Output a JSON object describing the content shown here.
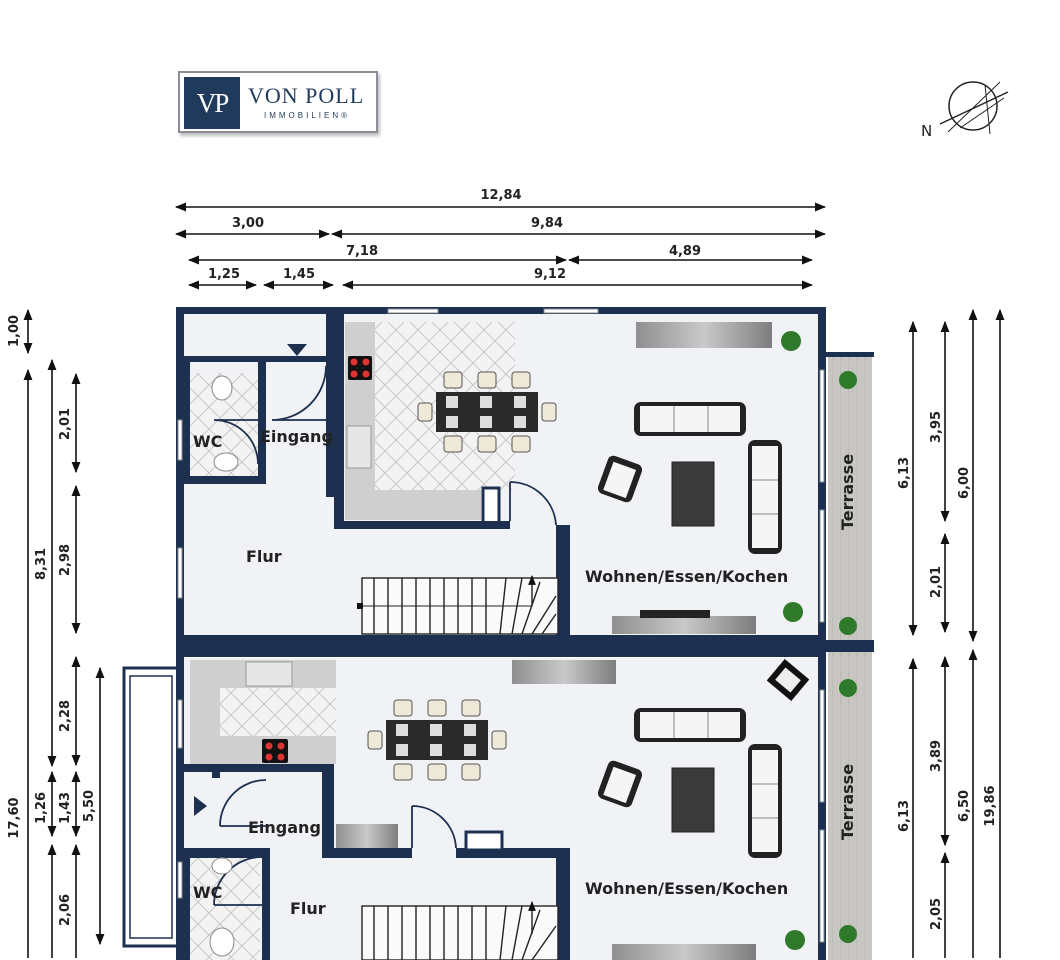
{
  "logo": {
    "mark": "VP",
    "name": "VON POLL",
    "sub": "IMMOBILIEN®"
  },
  "compass": {
    "label": "N",
    "icon": "compass-icon"
  },
  "dimensions": {
    "top": [
      "12,84",
      "3,00",
      "9,84",
      "7,18",
      "4,89",
      "1,25",
      "1,45",
      "9,12"
    ],
    "left": [
      "1,00",
      "8,31",
      "2,01",
      "2,98",
      "17,60",
      "1,26",
      "1,43",
      "2,28",
      "5,50",
      "2,06"
    ],
    "right": [
      "6,13",
      "3,95",
      "6,00",
      "2,01",
      "6,13",
      "3,89",
      "6,50",
      "19,86",
      "2,05"
    ]
  },
  "rooms": {
    "wc_1": "WC",
    "eingang_1": "Eingang",
    "flur_1": "Flur",
    "wohnen_1": "Wohnen/Essen/Kochen",
    "terrasse_1": "Terrasse",
    "wc_2": "WC",
    "eingang_2": "Eingang",
    "flur_2": "Flur",
    "wohnen_2": "Wohnen/Essen/Kochen",
    "terrasse_2": "Terrasse"
  }
}
